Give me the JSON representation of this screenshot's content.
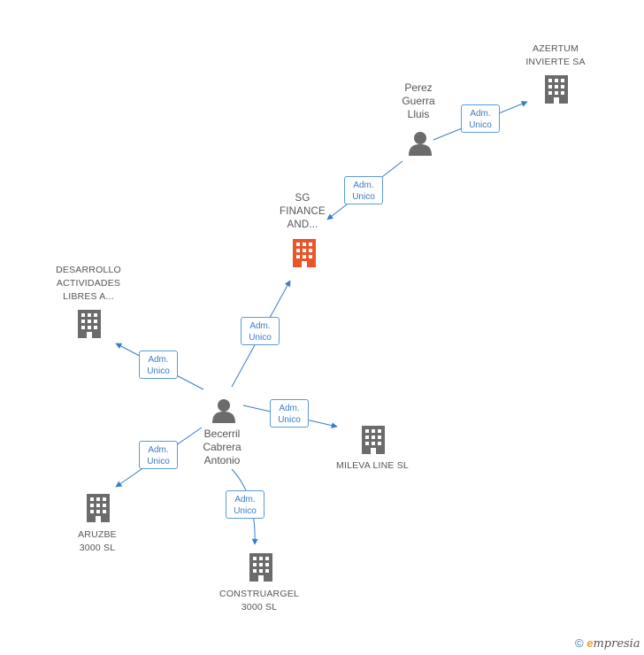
{
  "nodes": {
    "azertum": {
      "label_lines": [
        "AZERTUM",
        "INVIERTE SA"
      ],
      "icon": "building-icon"
    },
    "perez": {
      "label_lines": [
        "Perez",
        "Guerra",
        "Lluis"
      ],
      "icon": "person-icon"
    },
    "sg_finance": {
      "label_lines": [
        "SG",
        "FINANCE",
        "AND..."
      ],
      "icon": "building-icon",
      "color": "#e8562a"
    },
    "desarrollo": {
      "label_lines": [
        "DESARROLLO",
        "ACTIVIDADES",
        "LIBRES A..."
      ],
      "icon": "building-icon"
    },
    "becerril": {
      "label_lines": [
        "Becerril",
        "Cabrera",
        "Antonio"
      ],
      "icon": "person-icon"
    },
    "mileva": {
      "label_lines": [
        "MILEVA LINE SL"
      ],
      "icon": "building-icon"
    },
    "aruzbe": {
      "label_lines": [
        "ARUZBE",
        "3000 SL"
      ],
      "icon": "building-icon"
    },
    "construargel": {
      "label_lines": [
        "CONSTRUARGEL",
        "3000 SL"
      ],
      "icon": "building-icon"
    }
  },
  "edges": [
    {
      "id": "perez-azertum",
      "line1": "Adm.",
      "line2": "Unico"
    },
    {
      "id": "perez-sg",
      "line1": "Adm.",
      "line2": "Unico"
    },
    {
      "id": "becerril-sg",
      "line1": "Adm.",
      "line2": "Unico"
    },
    {
      "id": "becerril-desarrollo",
      "line1": "Adm.",
      "line2": "Unico"
    },
    {
      "id": "becerril-mileva",
      "line1": "Adm.",
      "line2": "Unico"
    },
    {
      "id": "becerril-aruzbe",
      "line1": "Adm.",
      "line2": "Unico"
    },
    {
      "id": "becerril-construargel",
      "line1": "Adm.",
      "line2": "Unico"
    }
  ],
  "colors": {
    "edge": "#3a7bc8",
    "node": "#6b6b6b",
    "highlight": "#e8562a"
  },
  "footer": {
    "copyright": "©",
    "brand_e": "e",
    "brand": "mpresia"
  }
}
